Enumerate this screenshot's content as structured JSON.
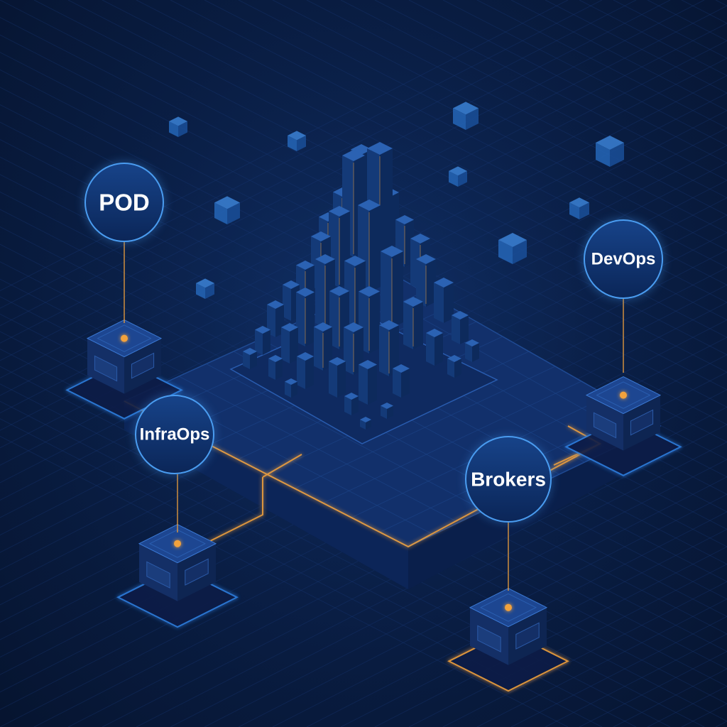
{
  "nodes": {
    "pod": {
      "label": "POD"
    },
    "devops": {
      "label": "DevOps"
    },
    "infraops": {
      "label": "InfraOps"
    },
    "brokers": {
      "label": "Brokers"
    }
  },
  "colors": {
    "accent_orange": "#f2a23c",
    "node_glow": "#3d8fe6",
    "cube_blue": "#2a6fc4",
    "background": "#0a1f47"
  },
  "icons": [
    "server-cube-icon",
    "floating-cube-icon",
    "bar-cluster-icon"
  ]
}
